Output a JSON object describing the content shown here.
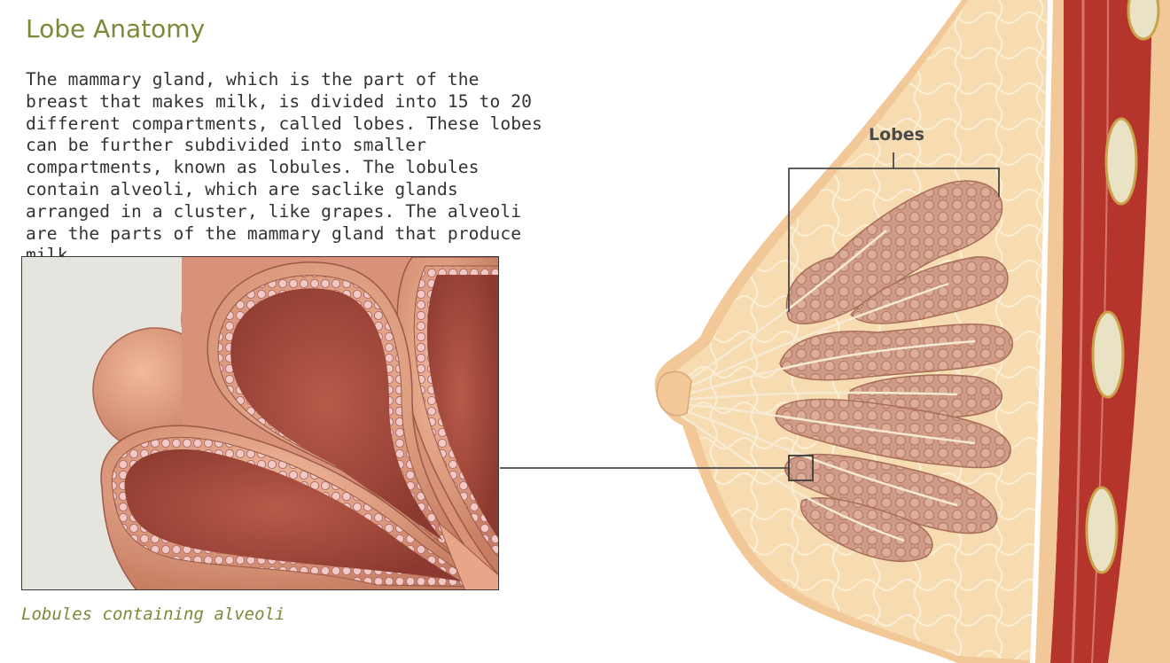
{
  "header": {
    "title": "Lobe Anatomy"
  },
  "description": {
    "text": "The mammary gland, which is the part of the breast that makes milk, is divided into 15 to 20 different compartments, called lobes. These lobes can be further subdivided into smaller compartments, known as lobules. The lobules contain alveoli, which are saclike glands arranged in a cluster, like grapes. The alveoli are the parts of the mammary gland that produce milk."
  },
  "inset": {
    "caption": "Lobules containing alveoli"
  },
  "anatomy": {
    "callout_label": "Lobes"
  },
  "colors": {
    "title": "#7b8a38",
    "body_text": "#333333",
    "fat_tissue": "#f6dcb0",
    "lobe_tissue": "#cf9a86",
    "muscle": "#b5352d",
    "skin": "#f2c898"
  }
}
